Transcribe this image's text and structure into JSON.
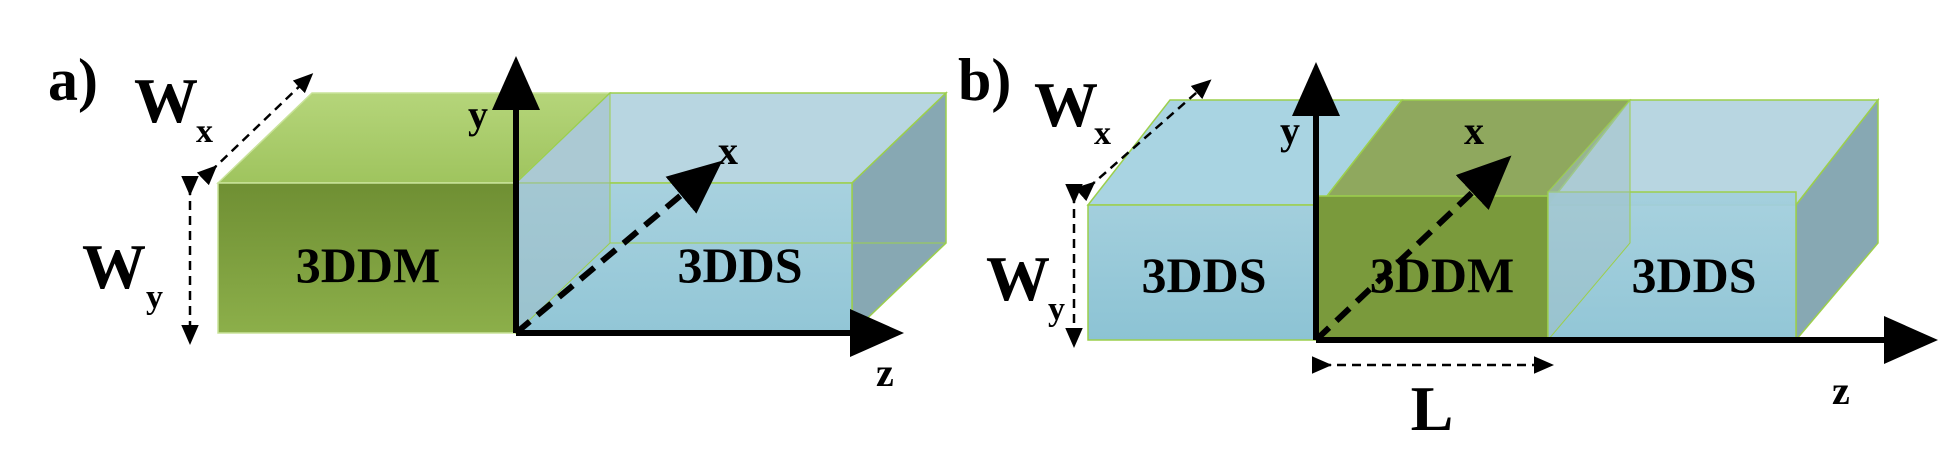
{
  "panels": {
    "a": {
      "panel_label": "a)",
      "wx": {
        "main": "W",
        "sub": "x"
      },
      "wy": {
        "main": "W",
        "sub": "y"
      },
      "axes": {
        "y": "y",
        "x": "x",
        "z": "z"
      },
      "blocks": {
        "left": "3DDM",
        "right": "3DDS"
      }
    },
    "b": {
      "panel_label": "b)",
      "wx": {
        "main": "W",
        "sub": "x"
      },
      "wy": {
        "main": "W",
        "sub": "y"
      },
      "axes": {
        "y": "y",
        "x": "x",
        "z": "z"
      },
      "blocks": {
        "left": "3DDS",
        "middle": "3DDM",
        "right": "3DDS"
      },
      "length_label": "L"
    }
  },
  "colors": {
    "green_front": "#7a9a3c",
    "green_top": "#a9cc68",
    "blue_front": "#92c5d5",
    "blue_top": "#aed2df",
    "blue_side": "#86a6b0",
    "edge_green": "#9ccf4c"
  }
}
